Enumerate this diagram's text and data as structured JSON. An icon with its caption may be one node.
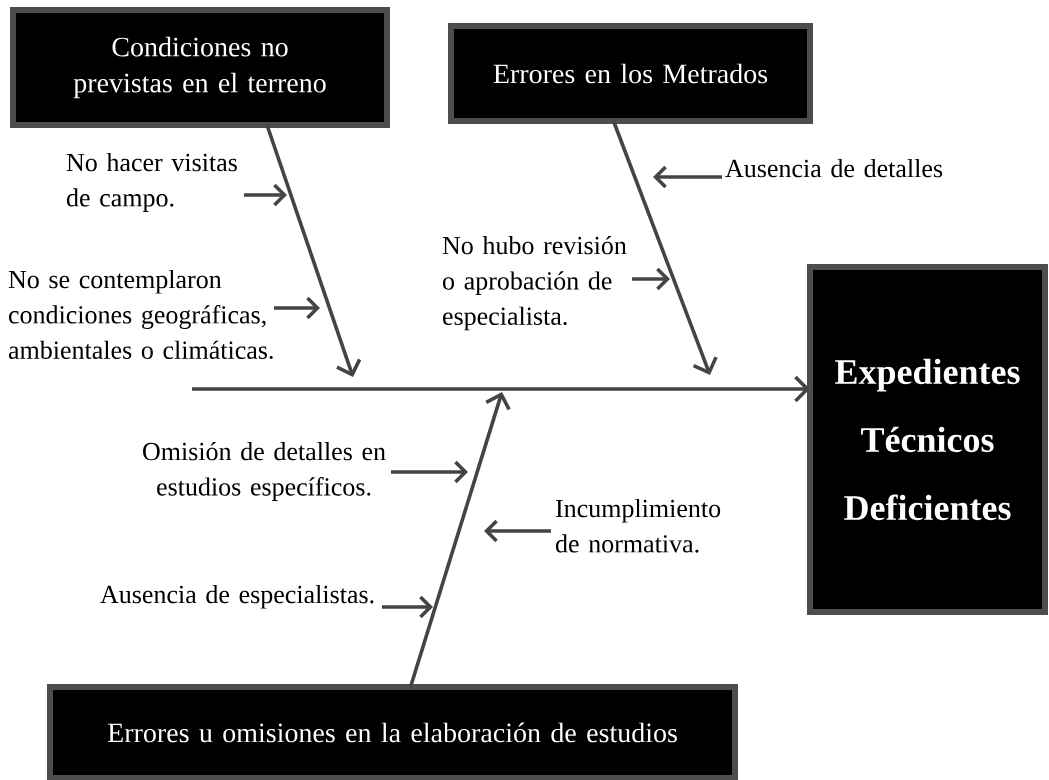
{
  "diagram": {
    "nodes": [
      {
        "text": [
          "Condiciones no previstas en el terreno"
        ]
      },
      {
        "text": [
          "Errores en los Metrados"
        ]
      },
      {
        "text": [
          "No hacer visitas de campo."
        ]
      },
      {
        "text": [
          "Ausencia de detalles"
        ]
      },
      {
        "text": [
          "No hubo revisión o aprobación de especialista."
        ]
      },
      {
        "text": [
          "No se contemplaron condiciones geográficas, ambientales o climáticas."
        ]
      },
      {
        "text": [
          "Expedientes Técnicos Deficientes"
        ]
      },
      {
        "text": [
          "Omisión de detalles en estudios específicos."
        ]
      },
      {
        "text": [
          "Incumplimiento de normativa."
        ]
      },
      {
        "text": [
          "Ausencia de especialistas."
        ]
      },
      {
        "text": [
          "Errores u omisiones en la elaboración de estudios"
        ]
      }
    ],
    "edges": [
      {
        "from": 0,
        "to": null,
        "arrow": "to"
      },
      {
        "from": 1,
        "to": null,
        "arrow": "to"
      },
      {
        "from": 10,
        "to": null,
        "arrow": "to"
      },
      {
        "from": null,
        "to": 6,
        "arrow": "to"
      },
      {
        "from": 2,
        "to": null,
        "arrow": "to"
      },
      {
        "from": 3,
        "to": null,
        "arrow": "to"
      },
      {
        "from": 4,
        "to": null,
        "arrow": "to"
      },
      {
        "from": 5,
        "to": null,
        "arrow": "to"
      },
      {
        "from": 7,
        "to": null,
        "arrow": "to"
      },
      {
        "from": 8,
        "to": null,
        "arrow": "to"
      },
      {
        "from": 9,
        "to": null,
        "arrow": "to"
      }
    ]
  }
}
